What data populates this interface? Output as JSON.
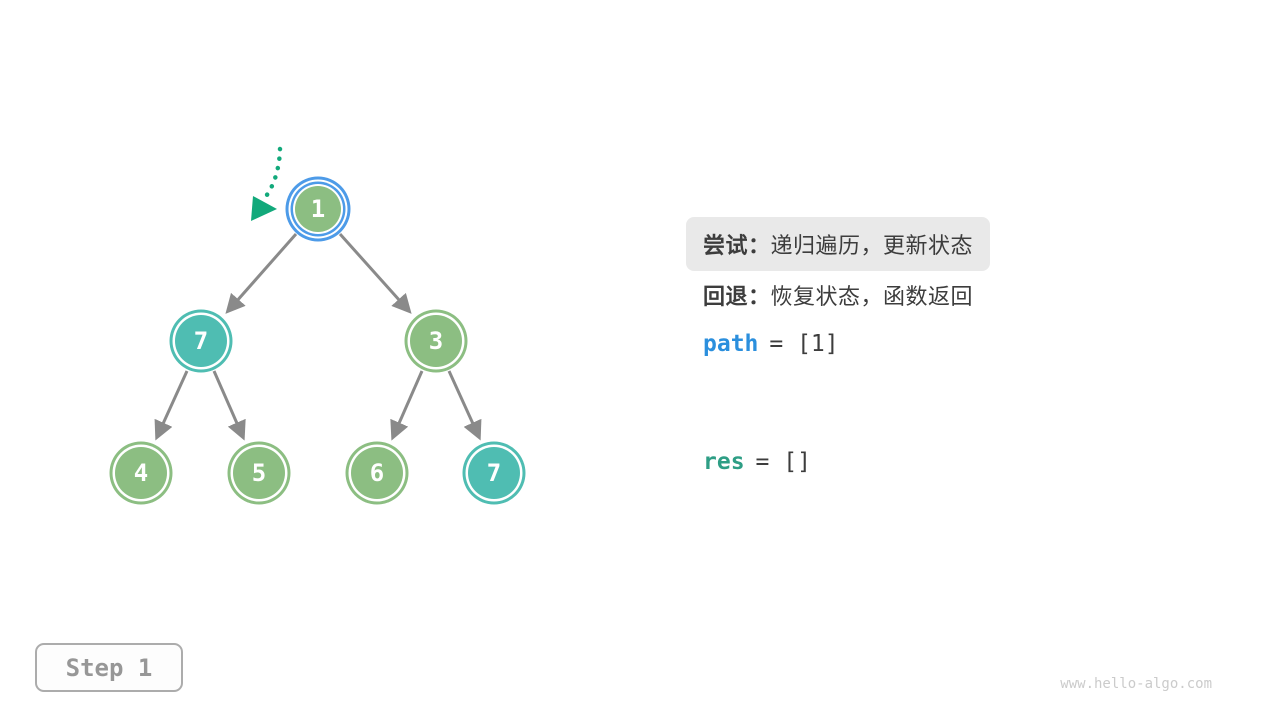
{
  "palette": {
    "node_green": "#8CBE82",
    "node_teal": "#4FBDB2",
    "highlight_ring_blue": "#4D9BE8",
    "edge_gray": "#8A8A8A",
    "pointer_arrow_teal": "#12A97B",
    "highlight_box_bg": "#E9E9E9",
    "text_dark": "#3D3D3D",
    "path_var_blue": "#2B8FDD",
    "res_var_teal": "#2E9E85"
  },
  "tree": {
    "nodes": [
      {
        "value": "1",
        "color": "green",
        "highlighted": true
      },
      {
        "value": "7",
        "color": "teal",
        "highlighted": false
      },
      {
        "value": "3",
        "color": "green",
        "highlighted": false
      },
      {
        "value": "4",
        "color": "green",
        "highlighted": false
      },
      {
        "value": "5",
        "color": "green",
        "highlighted": false
      },
      {
        "value": "6",
        "color": "green",
        "highlighted": false
      },
      {
        "value": "7",
        "color": "teal",
        "highlighted": false
      }
    ],
    "edges": [
      {
        "from": 0,
        "to": 1
      },
      {
        "from": 0,
        "to": 2
      },
      {
        "from": 1,
        "to": 3
      },
      {
        "from": 1,
        "to": 4
      },
      {
        "from": 2,
        "to": 5
      },
      {
        "from": 2,
        "to": 6
      }
    ]
  },
  "panel": {
    "try_label": "尝试：",
    "try_text": "递归遍历，更新状态",
    "backtrack_label": "回退：",
    "backtrack_text": "恢复状态，函数返回",
    "path_var": "path",
    "path_value": "= [1]",
    "res_var": "res",
    "res_value": "= []"
  },
  "step_badge": {
    "label": "Step 1"
  },
  "watermark": "www.hello-algo.com"
}
